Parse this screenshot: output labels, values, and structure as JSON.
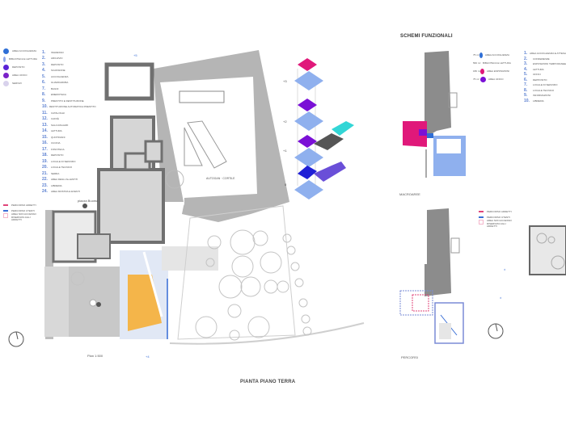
{
  "board": {
    "main_title": "PIANTA PIANO TERRA",
    "scale_label": "Plan 1:500",
    "piazza_label": "piazza Buoma",
    "courtyard_label": "Cortile",
    "section_marker_top": "+5",
    "section_marker_bottom": "+4"
  },
  "left_legend": {
    "areas": [
      {
        "label": "AREA ACCOGLIENZA",
        "color": "#2f6fd6"
      },
      {
        "label": "BIBLIOTECA E LETTURA",
        "color": "#8fa6ea"
      },
      {
        "label": "DEPOSITO",
        "color": "#5a23d6"
      },
      {
        "label": "AREA UFFICI",
        "color": "#7a22c8"
      },
      {
        "label": "SERVIZI",
        "color": "#d8d2ec"
      }
    ],
    "rooms": [
      {
        "n": "1.",
        "label": "INGRESSO"
      },
      {
        "n": "2.",
        "label": "ARCHIVIO"
      },
      {
        "n": "3.",
        "label": "DEPOSITO"
      },
      {
        "n": "4.",
        "label": "SCANSIONE"
      },
      {
        "n": "5.",
        "label": "ACCOGLIENZA"
      },
      {
        "n": "6.",
        "label": "GUARDAROBA"
      },
      {
        "n": "7.",
        "label": "BAGNI"
      },
      {
        "n": "8.",
        "label": "EMEROTECA"
      },
      {
        "n": "9.",
        "label": "PRESTITO E RESTITUZIONE"
      },
      {
        "n": "10.",
        "label": "RESTITUZIONE AUTOMATICA PRESTITO"
      },
      {
        "n": "11.",
        "label": "CATALOGHI"
      },
      {
        "n": "12.",
        "label": "CAFFÈ"
      },
      {
        "n": "13.",
        "label": "SALA RAGAZZI"
      },
      {
        "n": "14.",
        "label": "LETTURA"
      },
      {
        "n": "15.",
        "label": "QUOTIDIANI"
      },
      {
        "n": "16.",
        "label": "CUCINA"
      },
      {
        "n": "17.",
        "label": "FONOTECA"
      },
      {
        "n": "18.",
        "label": "DEPOSITO"
      },
      {
        "n": "19.",
        "label": "LOCALE DI SERVIZIO"
      },
      {
        "n": "20.",
        "label": "LOCALE TECNICO"
      },
      {
        "n": "21.",
        "label": "SERRA"
      },
      {
        "n": "22.",
        "label": "AREA DEGLI ALLESTITI"
      },
      {
        "n": "23.",
        "label": "LIBRERIA"
      },
      {
        "n": "24.",
        "label": "AREA MOSTRA E EVENTI"
      }
    ],
    "paths": [
      {
        "label": "PERCORSO ADDETTI",
        "color": "#e0457a"
      },
      {
        "label": "PERCORSO UTENTI",
        "color": "#3a6fd6"
      },
      {
        "label": "AREA NON ACCESSO RISERVATA AGLI ADDETTI",
        "color": "#f4b6cb"
      }
    ]
  },
  "axonometric": {
    "levels": [
      {
        "label": "+3"
      },
      {
        "label": "+2"
      },
      {
        "label": "+1"
      },
      {
        "label": "0"
      }
    ]
  },
  "schemi": {
    "title": "SCHEMI FUNZIONALI",
    "macroaree_label": "MACROAREE",
    "percorsi_label": "PERCORSI",
    "areas": [
      {
        "sq": "75 m²",
        "label": "AREA ACCOGLIENZA",
        "color": "#2f6fd6"
      },
      {
        "sq": "560 m²",
        "label": "BIBLIOTECA E LETTURA",
        "color": "#8fb0ee"
      },
      {
        "sq": "180 m²",
        "label": "AREA ESPOSIZIONI",
        "color": "#e0187a"
      },
      {
        "sq": "75 m²",
        "label": "AREA UFFICI",
        "color": "#7a10d6"
      }
    ],
    "rooms": [
      {
        "n": "1.",
        "label": "AREA ACCOGLIENZA E ATTESA"
      },
      {
        "n": "2.",
        "label": "CONFERENZE"
      },
      {
        "n": "3.",
        "label": "ESPOSIZIONI TEMPORANEE"
      },
      {
        "n": "4.",
        "label": "LETTURA"
      },
      {
        "n": "5.",
        "label": "UFFICI"
      },
      {
        "n": "6.",
        "label": "DEPPOSITO"
      },
      {
        "n": "7.",
        "label": "LOCALE DI SERVIZIO"
      },
      {
        "n": "8.",
        "label": "LOCALE TECNICO"
      },
      {
        "n": "9.",
        "label": "INFORMAZIONI"
      },
      {
        "n": "10.",
        "label": "LIBRERIA"
      }
    ],
    "paths": [
      {
        "label": "PERCORSO ADDETTI",
        "color": "#e0457a"
      },
      {
        "label": "PERCORSO UTENTI",
        "color": "#3a6fd6"
      },
      {
        "label": "AREA NON ACCESSO RISERVATA AGLI ADDETTI",
        "color": "#f4b6cb"
      }
    ]
  }
}
